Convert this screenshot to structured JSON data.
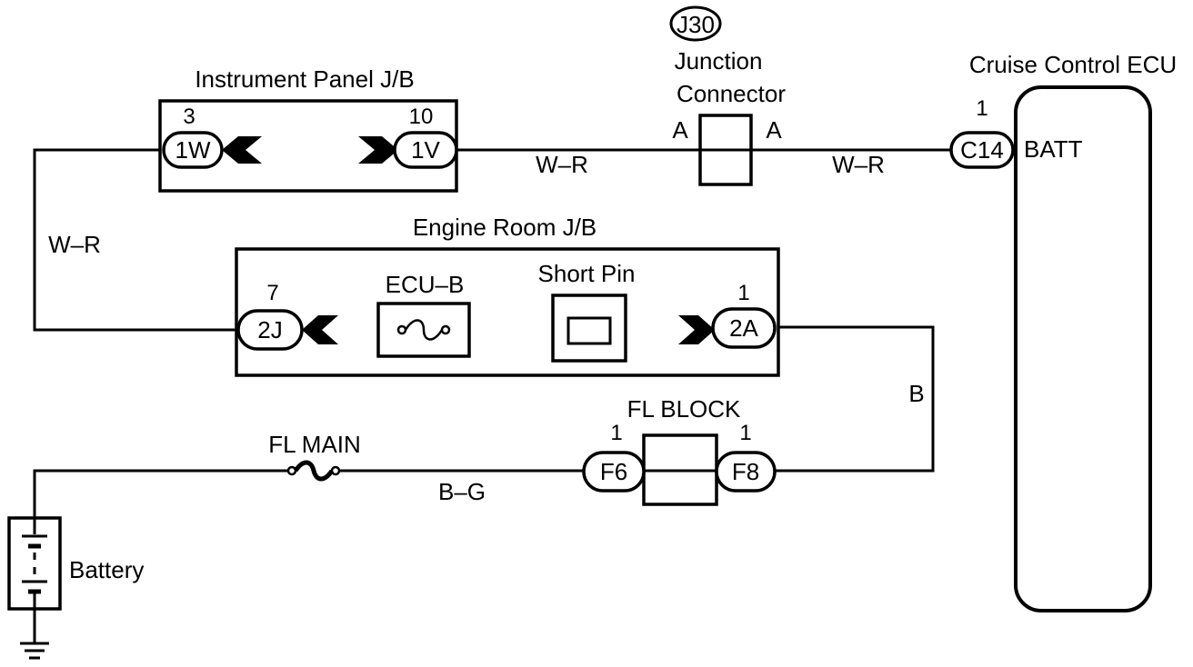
{
  "junction_id": "J30",
  "junction_connector": {
    "line1": "Junction",
    "line2": "Connector",
    "pin_left": "A",
    "pin_right": "A"
  },
  "instrument_panel_jb": {
    "title": "Instrument Panel J/B",
    "left_pin": "3",
    "left_conn": "1W",
    "right_pin": "10",
    "right_conn": "1V"
  },
  "engine_room_jb": {
    "title": "Engine Room J/B",
    "left_pin": "7",
    "left_conn": "2J",
    "right_pin": "1",
    "right_conn": "2A",
    "fuse_label": "ECU–B",
    "short_pin_label": "Short Pin"
  },
  "cruise_ecu": {
    "title": "Cruise Control ECU",
    "pin": "1",
    "conn": "C14",
    "terminal": "BATT"
  },
  "fl_block": {
    "title": "FL BLOCK",
    "left_pin": "1",
    "left_conn": "F6",
    "right_pin": "1",
    "right_conn": "F8"
  },
  "fl_main": {
    "label": "FL MAIN"
  },
  "battery": {
    "label": "Battery"
  },
  "wires": {
    "ipjb_to_junction": "W–R",
    "junction_to_ecu": "W–R",
    "left_riser": "W–R",
    "erjb_to_flblock": "B",
    "flmain_to_flblock": "B–G"
  }
}
